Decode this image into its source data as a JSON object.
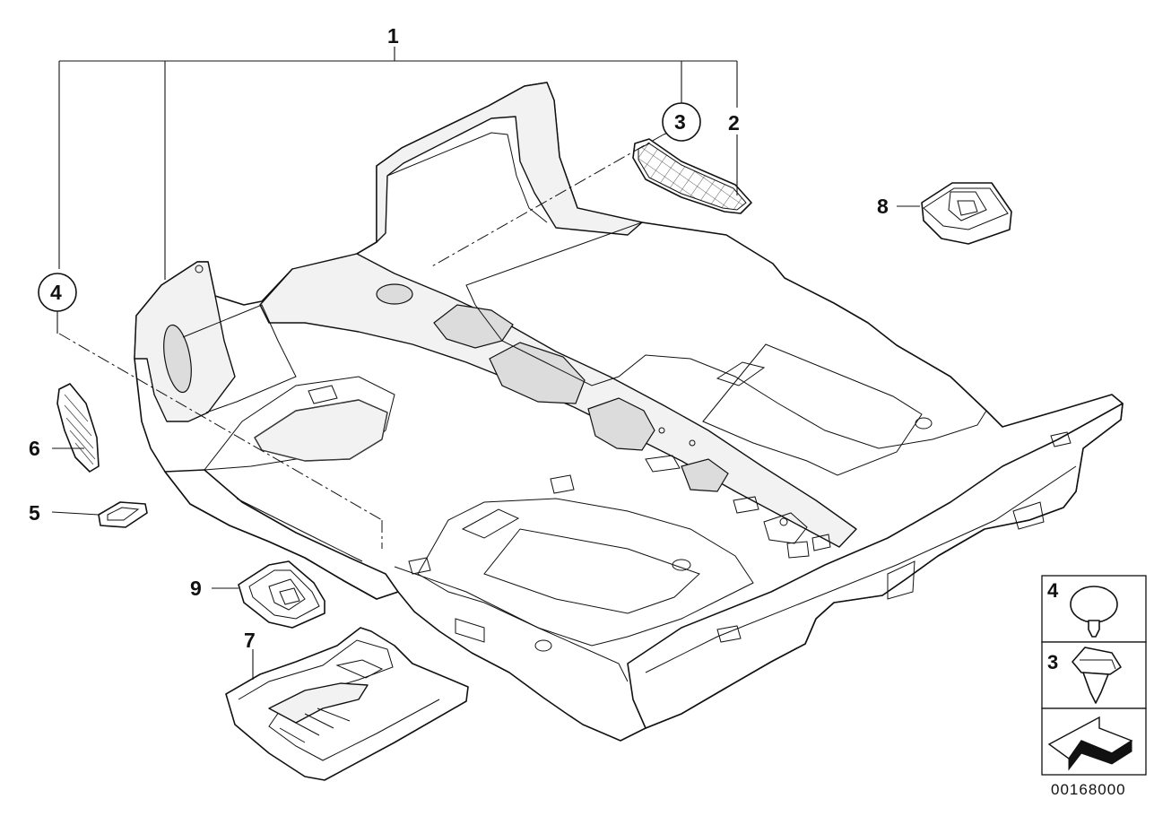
{
  "callouts": {
    "c1": "1",
    "c2": "2",
    "c3": "3",
    "c4": "4",
    "c5": "5",
    "c6": "6",
    "c7": "7",
    "c8": "8",
    "c9": "9"
  },
  "legend": {
    "item4_label": "4",
    "item3_label": "3"
  },
  "diagram_number": "00168000"
}
